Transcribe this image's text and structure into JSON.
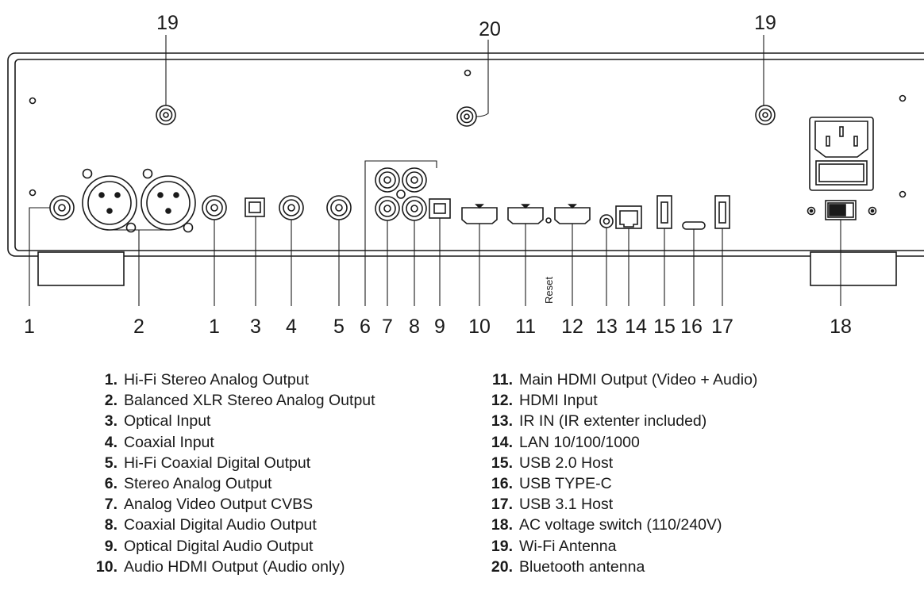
{
  "callout_numbers": {
    "top": [
      "19",
      "20",
      "19"
    ],
    "bottom": [
      "1",
      "2",
      "1",
      "3",
      "4",
      "5",
      "6",
      "7",
      "8",
      "9",
      "10",
      "11",
      "12",
      "13",
      "14",
      "15",
      "16",
      "17",
      "18"
    ]
  },
  "reset_label": "Reset",
  "legend": {
    "left": [
      {
        "num": "1.",
        "text": "Hi-Fi Stereo Analog Output"
      },
      {
        "num": "2.",
        "text": "Balanced XLR Stereo Analog Output"
      },
      {
        "num": "3.",
        "text": "Optical Input"
      },
      {
        "num": "4.",
        "text": "Coaxial Input"
      },
      {
        "num": "5.",
        "text": "Hi-Fi Coaxial Digital Output"
      },
      {
        "num": "6.",
        "text": "Stereo Analog Output"
      },
      {
        "num": "7.",
        "text": "Analog Video Output CVBS"
      },
      {
        "num": "8.",
        "text": "Coaxial Digital Audio Output"
      },
      {
        "num": "9.",
        "text": "Optical Digital Audio Output"
      },
      {
        "num": "10.",
        "text": "Audio HDMI Output (Audio only)"
      }
    ],
    "right": [
      {
        "num": "11.",
        "text": "Main HDMI Output (Video + Audio)"
      },
      {
        "num": "12.",
        "text": "HDMI Input"
      },
      {
        "num": "13.",
        "text": "IR IN (IR extenter included)"
      },
      {
        "num": "14.",
        "text": "LAN 10/100/1000"
      },
      {
        "num": "15.",
        "text": "USB 2.0 Host"
      },
      {
        "num": "16.",
        "text": "USB TYPE-C"
      },
      {
        "num": "17.",
        "text": "USB 3.1 Host"
      },
      {
        "num": "18.",
        "text": "AC voltage switch (110/240V)"
      },
      {
        "num": "19.",
        "text": "Wi-Fi Antenna"
      },
      {
        "num": "20.",
        "text": "Bluetooth antenna"
      }
    ]
  },
  "colors": {
    "line": "#1a1a1a",
    "background": "#ffffff"
  }
}
